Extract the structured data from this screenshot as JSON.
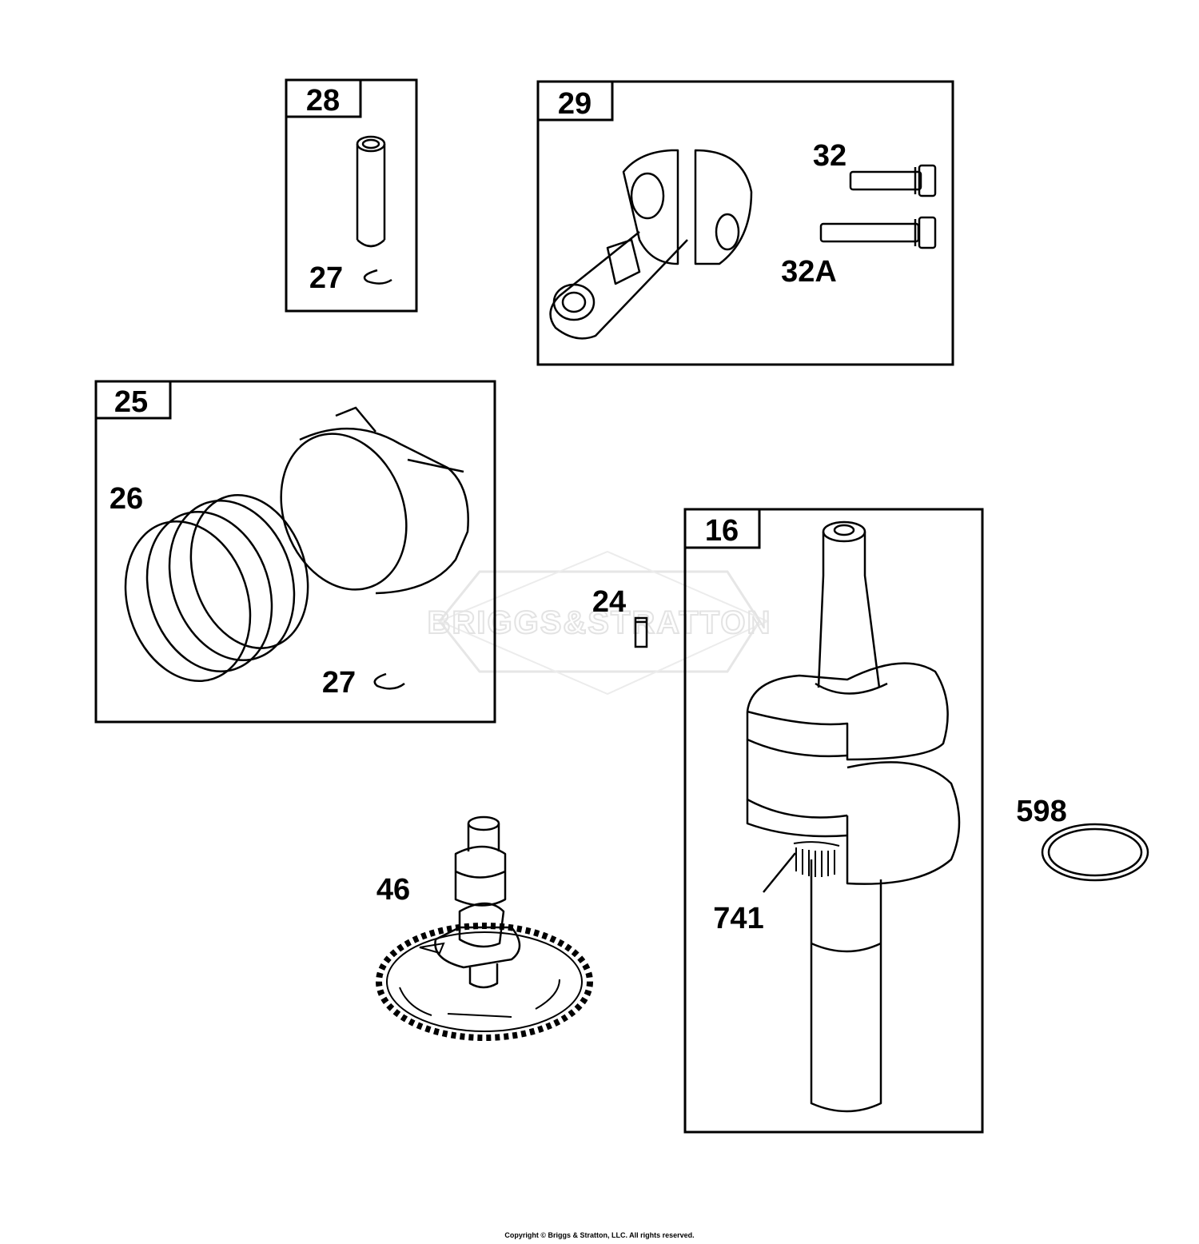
{
  "watermark": "BRIGGS&STRATTON",
  "copyright": "Copyright © Briggs & Stratton, LLC. All rights reserved.",
  "boxes": {
    "piston_pin_kit": "28",
    "connecting_rod_kit": "29",
    "piston_assembly": "25",
    "crankshaft_assembly": "16"
  },
  "callouts": {
    "retainer_top": "27",
    "bolt_32": "32",
    "bolt_32a": "32A",
    "ring_set": "26",
    "retainer_lower": "27",
    "key": "24",
    "washer": "598",
    "camshaft": "46",
    "timing_gear": "741"
  }
}
